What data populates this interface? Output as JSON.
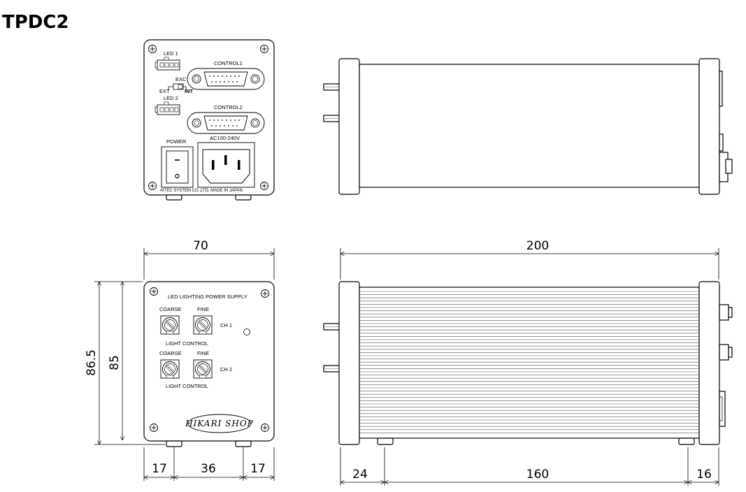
{
  "title": "TPDC2",
  "rear_panel": {
    "led1": "LED 1",
    "led2": "LED 2",
    "control1": "CONTROL1",
    "control2": "CONTROL2",
    "exc": "EXC",
    "ext": "EXT",
    "int": "INT",
    "power": "POWER",
    "ac": "AC100-240V",
    "maker": "AITEC SYSTEM CO.,LTD.  MADE IN JAPAN"
  },
  "front_panel": {
    "heading": "LED LIGHTING  POWER SUPPLY",
    "coarse1": "COARSE",
    "fine1": "FINE",
    "ch1": "CH 1",
    "light_control1": "LIGHT CONTROL",
    "coarse2": "COARSE",
    "fine2": "FINE",
    "ch2": "CH 2",
    "light_control2": "LIGHT CONTROL",
    "logo": "HIKARI SHOP"
  },
  "dimensions": {
    "front_width": "70",
    "front_height_outer": "86.5",
    "front_height_inner": "85",
    "front_bottom_left": "17",
    "front_bottom_mid": "36",
    "front_bottom_right": "17",
    "side_length": "200",
    "side_bottom_left": "24",
    "side_bottom_mid": "160",
    "side_bottom_right": "16"
  },
  "icons": [
    "screw-icon",
    "iec-inlet-icon",
    "rocker-switch-icon",
    "dsub-connector-icon",
    "rotary-knob-icon"
  ]
}
